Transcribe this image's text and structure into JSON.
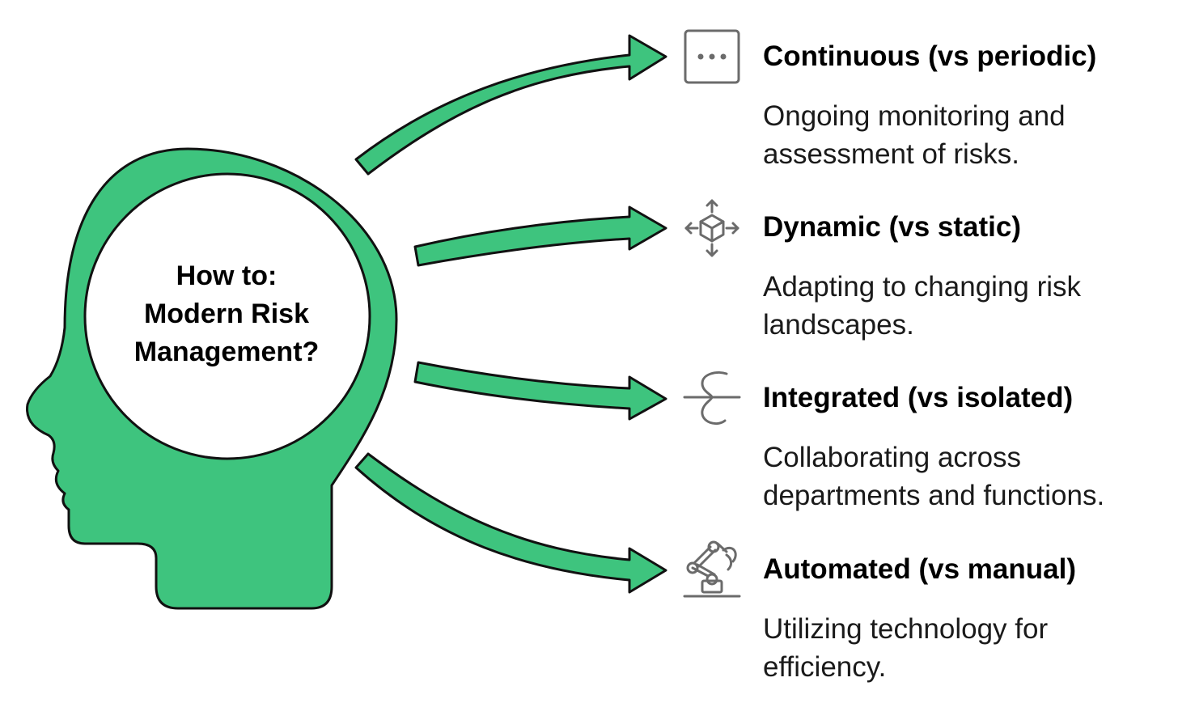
{
  "center": {
    "title_lines": [
      "How to:",
      "Modern Risk",
      "Management?"
    ]
  },
  "items": [
    {
      "title": "Continuous (vs periodic)",
      "desc_lines": [
        "Ongoing monitoring and",
        "assessment of risks."
      ],
      "icon": "more-dots-icon"
    },
    {
      "title": "Dynamic (vs static)",
      "desc_lines": [
        "Adapting to changing risk",
        "landscapes."
      ],
      "icon": "cube-move-icon"
    },
    {
      "title": "Integrated (vs isolated)",
      "desc_lines": [
        "Collaborating across",
        "departments and functions."
      ],
      "icon": "integration-curve-icon"
    },
    {
      "title": "Automated (vs manual)",
      "desc_lines": [
        "Utilizing technology for",
        "efficiency."
      ],
      "icon": "robot-arm-icon"
    }
  ],
  "colors": {
    "accent_green": "#3ec47e",
    "outline": "#111111",
    "icon_gray": "#6b6b6b",
    "text": "#000000"
  }
}
